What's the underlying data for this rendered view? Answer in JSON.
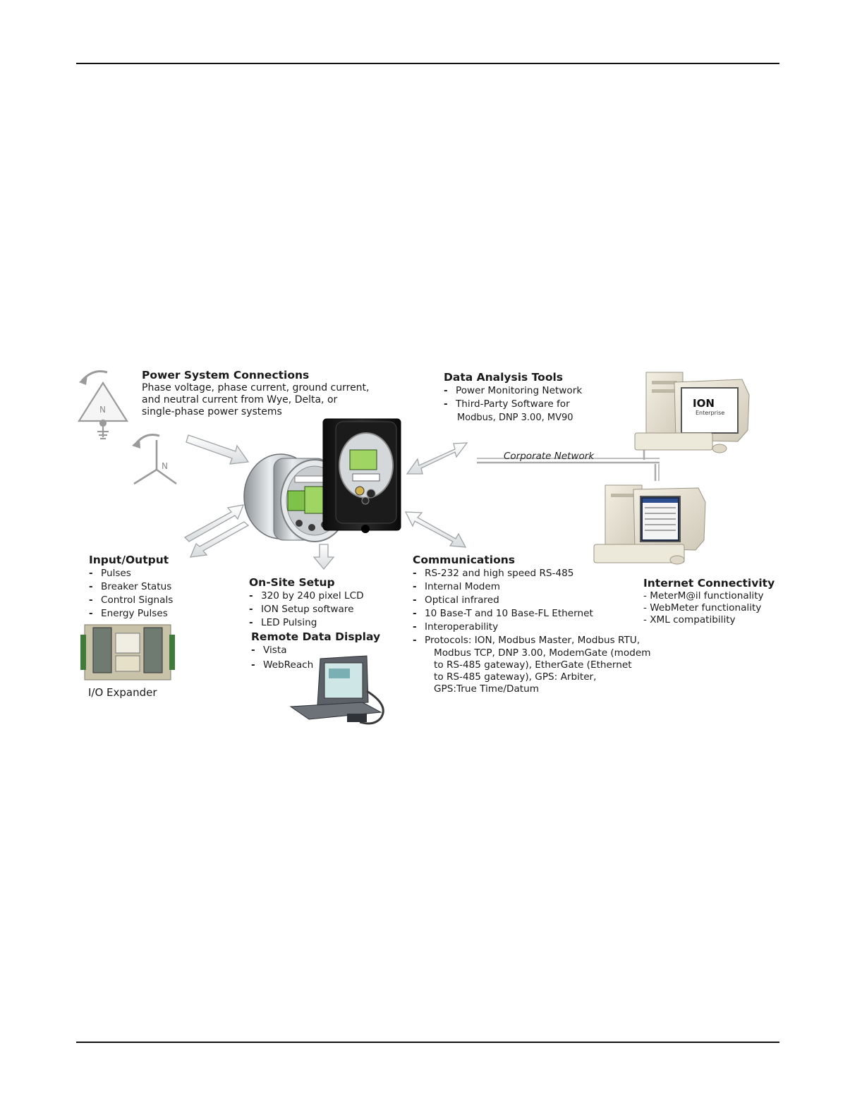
{
  "diagram": {
    "power": {
      "title": "Power System Connections",
      "lines": [
        "Phase voltage, phase current, ground current,",
        "and neutral current from Wye, Delta, or",
        "single-phase power systems"
      ],
      "neutral_label": "N"
    },
    "data_analysis": {
      "title": "Data Analysis Tools",
      "items": [
        "Power Monitoring Network",
        "Third-Party Software for"
      ],
      "continuation": "Modbus, DNP 3.00, MV90"
    },
    "network_label": "Corporate Network",
    "screen_brand": "ION",
    "screen_sub": "Enterprise",
    "io": {
      "title": "Input/Output",
      "items": [
        "Pulses",
        "Breaker Status",
        "Control Signals",
        "Energy Pulses"
      ],
      "caption": "I/O Expander"
    },
    "onsite": {
      "title": "On-Site Setup",
      "items": [
        "320 by 240 pixel LCD",
        "ION Setup software",
        "LED Pulsing"
      ]
    },
    "remote": {
      "title": "Remote Data Display",
      "items": [
        "Vista",
        "WebReach"
      ]
    },
    "comms": {
      "title": "Communications",
      "items": [
        "RS-232 and high speed RS-485",
        "Internal Modem",
        "Optical infrared",
        "10 Base-T and 10 Base-FL Ethernet",
        "Interoperability",
        "Protocols: ION, Modbus Master, Modbus RTU,"
      ],
      "continuation": [
        "Modbus TCP, DNP 3.00, ModemGate (modem",
        "to RS-485 gateway), EtherGate (Ethernet",
        "to RS-485 gateway), GPS: Arbiter,",
        "GPS:True Time/Datum"
      ]
    },
    "internet": {
      "title": "Internet Connectivity",
      "items": [
        "- MeterM@il functionality",
        "- WebMeter functionality",
        "- XML compatibility"
      ]
    },
    "dash": "-"
  }
}
